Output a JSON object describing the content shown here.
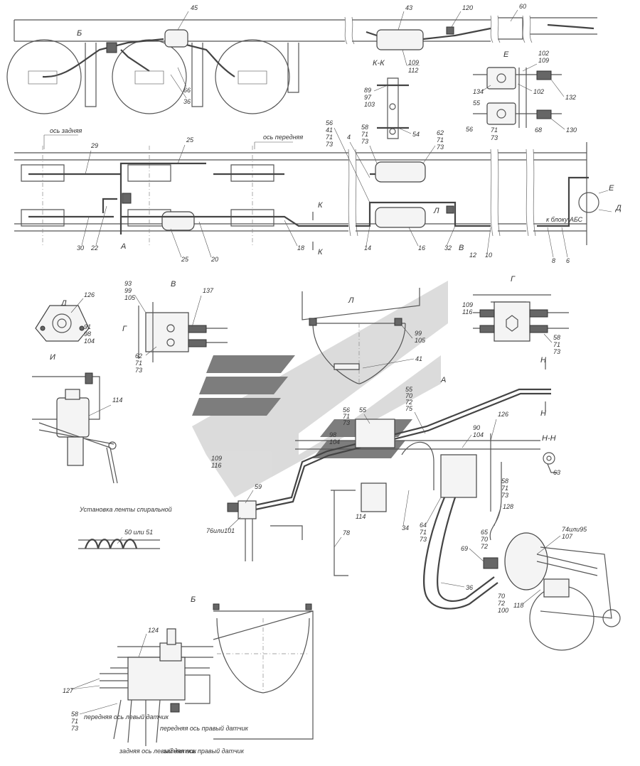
{
  "views": {
    "B_top": "Б",
    "KK": "К-К",
    "E": "Е",
    "D": "Д",
    "V": "В",
    "L": "Л",
    "G": "Г",
    "I": "И",
    "A": "А",
    "HH": "Н-Н",
    "B_bottom": "Б",
    "K": "К",
    "L_marker": "Л",
    "V_marker": "В",
    "A_marker": "А",
    "G_marker": "Г",
    "H_marker": "Н"
  },
  "notes": {
    "rear_axle": "ось задняя",
    "front_axle": "ось передняя",
    "to_abs_block": "к блоку АБС",
    "spiral_tape": "Установка ленты спиральной",
    "spiral_tape_parts": "50 или 51",
    "front_axle_left_sensor": "передняя ось левый датчик",
    "front_axle_right_sensor": "передняя ось правый датчик",
    "rear_axle_left_sensor": "задняя ось левый датчик",
    "rear_axle_right_sensor": "задняя ось правый датчик"
  },
  "callouts": {
    "c45": "45",
    "c43": "43",
    "c120": "120",
    "c60": "60",
    "c66": "66",
    "c36": "36",
    "c109_112a": "109",
    "c109_112b": "112",
    "c89": "89",
    "c97": "97",
    "c103": "103",
    "c54": "54",
    "c102a": "102",
    "c109b": "109",
    "c102b": "102",
    "c134": "134",
    "c132": "132",
    "c55": "55",
    "c56": "56",
    "c71": "71",
    "c73": "73",
    "c68": "68",
    "c130": "130",
    "c56b": "56",
    "c41": "41",
    "c71b": "71",
    "c73b": "73",
    "c4": "4",
    "c58": "58",
    "c71c": "71",
    "c73c": "73",
    "c62": "62",
    "c71d": "71",
    "c73d": "73",
    "c29": "29",
    "c25": "25",
    "c30": "30",
    "c22": "22",
    "c25b": "25",
    "c20": "20",
    "c18": "18",
    "c14": "14",
    "c16": "16",
    "c32": "32",
    "c12": "12",
    "c10": "10",
    "c8": "8",
    "c6": "6",
    "c126": "126",
    "c91": "91",
    "c98": "98",
    "c104": "104",
    "c93": "93",
    "c99": "99",
    "c105": "105",
    "c137": "137",
    "c62b": "62",
    "c71e": "71",
    "c73e": "73",
    "c99b": "99",
    "c105b": "105",
    "c41b": "41",
    "c109g": "109",
    "c116g": "116",
    "c58g": "58",
    "c71g": "71",
    "c73g": "73",
    "c114": "114",
    "c55a": "55",
    "c70a": "70",
    "c72a": "72",
    "c75a": "75",
    "c56c": "56",
    "c71f": "71",
    "c73f": "73",
    "c55c": "55",
    "c98b": "98",
    "c104b": "104",
    "c90": "90",
    "c104c": "104",
    "c126b": "126",
    "c109h": "109",
    "c116h": "116",
    "c59": "59",
    "c76_101": "76или101",
    "c114b": "114",
    "c78": "78",
    "c34": "34",
    "c64": "64",
    "c71h": "71",
    "c73h": "73",
    "c58h": "58",
    "c71i": "71",
    "c73i": "73",
    "c128": "128",
    "c65": "65",
    "c70b": "70",
    "c72b": "72",
    "c74_95": "74или95",
    "c107": "107",
    "c69": "69",
    "c36b": "36",
    "c70c": "70",
    "c72c": "72",
    "c100": "100",
    "c118": "118",
    "c63": "63",
    "c124": "124",
    "c127": "127",
    "c58k": "58",
    "c71k": "71",
    "c73k": "73"
  },
  "watermark": {
    "colors": [
      "#6b6b6b",
      "#cfcfcf"
    ]
  }
}
